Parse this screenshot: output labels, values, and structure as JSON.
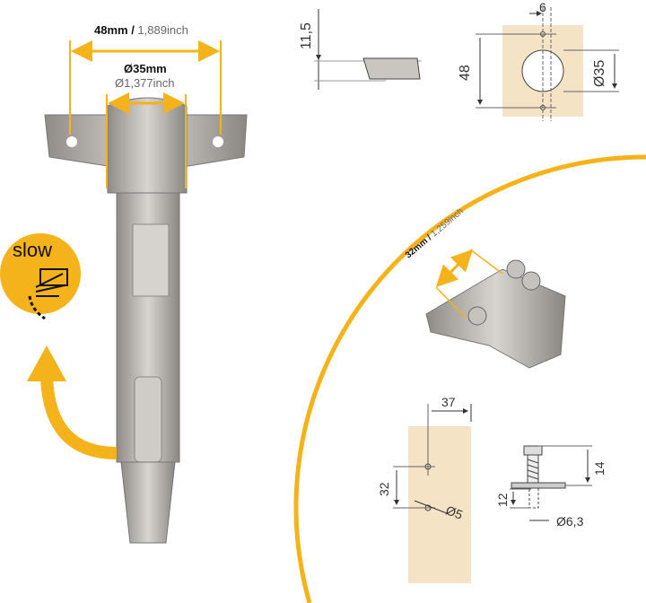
{
  "hinge": {
    "width_mm": "48mm",
    "width_sep": " / ",
    "width_inch": "1,889inch",
    "cup_mm": "Ø35mm",
    "cup_inch": "Ø1,377inch"
  },
  "badge": {
    "label": "slow"
  },
  "top_drawings": {
    "side_height": "11,5",
    "plate_offset": "6",
    "plate_height": "48",
    "cup_diameter": "Ø35"
  },
  "mounting_plate": {
    "spacing_mm": "32mm",
    "spacing_sep": " / ",
    "spacing_inch": "1,259inch"
  },
  "bottom_drawings": {
    "plate_width": "37",
    "hole_spacing": "32",
    "hole_diameter": "Ø5",
    "screw_height": "14",
    "screw_depth": "12",
    "screw_diameter": "Ø6,3"
  },
  "colors": {
    "accent": "#F4B21B",
    "plate": "#F5E3C6",
    "metal": "#B9B6B1"
  }
}
